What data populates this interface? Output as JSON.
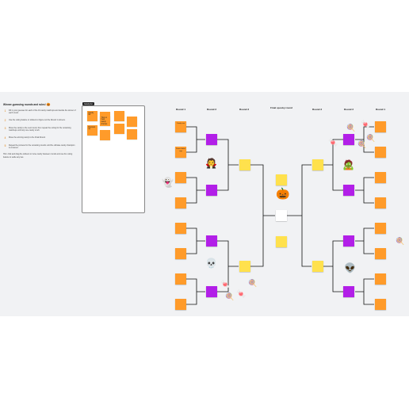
{
  "instructions": {
    "title": "Winner-guessing rounds and rules!",
    "steps": [
      {
        "icon": "1",
        "text": "Fill in your guesses for each of the 16 candy matchups and decide the winner of each round."
      },
      {
        "icon": "2",
        "text": "Use the voting feature or stickers to figure out the Round 1 winners."
      },
      {
        "icon": "3",
        "text": "Move the candy to the next round, then repeat the voting for the remaining matchups until only one candy is left."
      },
      {
        "icon": "4",
        "text": "Move the winning candy to the Final Round."
      },
      {
        "icon": "5",
        "text": "Repeat the process for the remaining rounds until the ultimate candy champion is crowned."
      }
    ],
    "note": "Hint: click and drag the stickers to move candy between rounds and use the voting feature to settle any ties."
  },
  "panel": {
    "tag": "Candy list",
    "notes": [
      "Candy list",
      "",
      "Trick or treat candy choices",
      "",
      "Runners up",
      "",
      "",
      "",
      ""
    ]
  },
  "bracket": {
    "left_rounds": [
      "Round 1",
      "Round 2",
      "Round 3"
    ],
    "center_round": "Final spooky round",
    "right_rounds": [
      "Round 3",
      "Round 2",
      "Round 1"
    ],
    "round1_left_labels": [
      "Candy corn",
      "",
      "Peanut butter cups",
      "",
      "",
      "",
      "",
      ""
    ]
  },
  "icons": [
    "pumpkin-icon",
    "vampire-icon",
    "ghost-icon",
    "skull-icon",
    "zombie-icon",
    "alien-icon",
    "candy-icon",
    "lollipop-icon"
  ],
  "colors": {
    "orange": "#ff9b2a",
    "purple": "#b21fe8",
    "yellow": "#ffe14d",
    "canvas": "#f1f2f4"
  }
}
